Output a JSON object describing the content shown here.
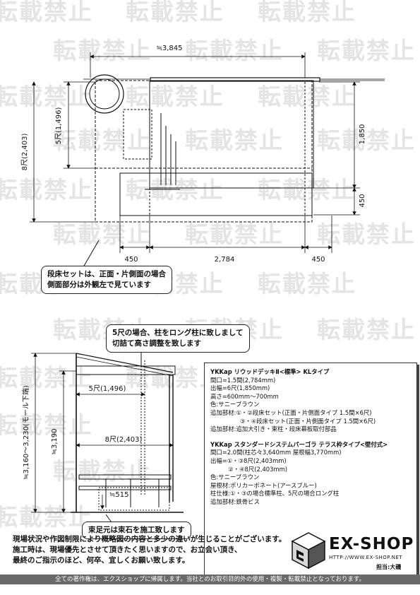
{
  "watermark": "転載禁止",
  "top_plan": {
    "width_total": "≒3,845",
    "depth_left": "5尺(1,496)",
    "depth_outer": "8尺(2,403)",
    "right_upper": "1,850",
    "right_lower": "450",
    "bottom_left": "450",
    "bottom_center": "2,784",
    "bottom_right": "450"
  },
  "callouts": {
    "step_note_line1": "段床セットは、正面・片側面の場合",
    "step_note_line2": "側面部分は外観左で見ています",
    "post_note_line1": "5尺の場合、柱をロング柱に致しまして",
    "post_note_line2": "切詰て高さ調整を致します",
    "foot_note": "束足元は束石を施工致します"
  },
  "side_elevation": {
    "height_range": "≒3,160～3,230(モール下端)",
    "height": "≒3,190",
    "depth_5shaku": "5尺(1,496)",
    "depth_8shaku": "8尺(2,403)",
    "step": "≒515"
  },
  "spec": {
    "deck_title": "YKKap  リウッドデッキⅡ<標準>  KLタイプ",
    "deck_lines": [
      "間口=1.5間(2,784mm)",
      "出幅=6尺(1,850mm)",
      "高さ=600mm～700mm",
      "色:サニーブラウン",
      "追加部材:①・②段床セット(正面・片側面タイプ  1.5間×6尺)",
      "　　　　　③・④段床セット(正面・片側面タイプ  1.5間×6尺)",
      "追加部材:追加大引き・束柱・段床幕板取付部品"
    ],
    "pergola_title": "YKKap  スタンダードシステムパーゴラ  テラス枠タイプ<壁付式>",
    "pergola_lines": [
      "間口=2.0間(柱芯々3,640mm  屋根幅3,770mm)",
      "出幅=①・③8尺(2,403mm)",
      "　　　②・④8尺(2,403mm)",
      "色:サニーブラウン",
      "屋根材:ポリカーボネート(アースブルー)",
      "柱仕様:①・③の場合標準柱、5尺の場合ロング柱",
      "追加部材:鉄骨ビス"
    ]
  },
  "notes": [
    "現場状況や作図制限により概略図の内容と多少の違いが生じることがございます。",
    "施工時は、現場優先とさせて頂きたく思いますので、お立会い頂き、",
    "最終のご指示のほど、何卒、宜しくお願い致します。"
  ],
  "logo": {
    "name": "EX-SHOP",
    "url": "HTTP://WWW.EX-SHOP.NET",
    "staff": "担当:大磯"
  },
  "footer": "全ての著作権は、エクスショップに帰属します。当社とのお取引目的外の使用・複製・転載禁止となっております。",
  "colors": {
    "line": "#111111",
    "watermark": "#e4e4e4",
    "footer_bg": "#6a6a6a"
  }
}
